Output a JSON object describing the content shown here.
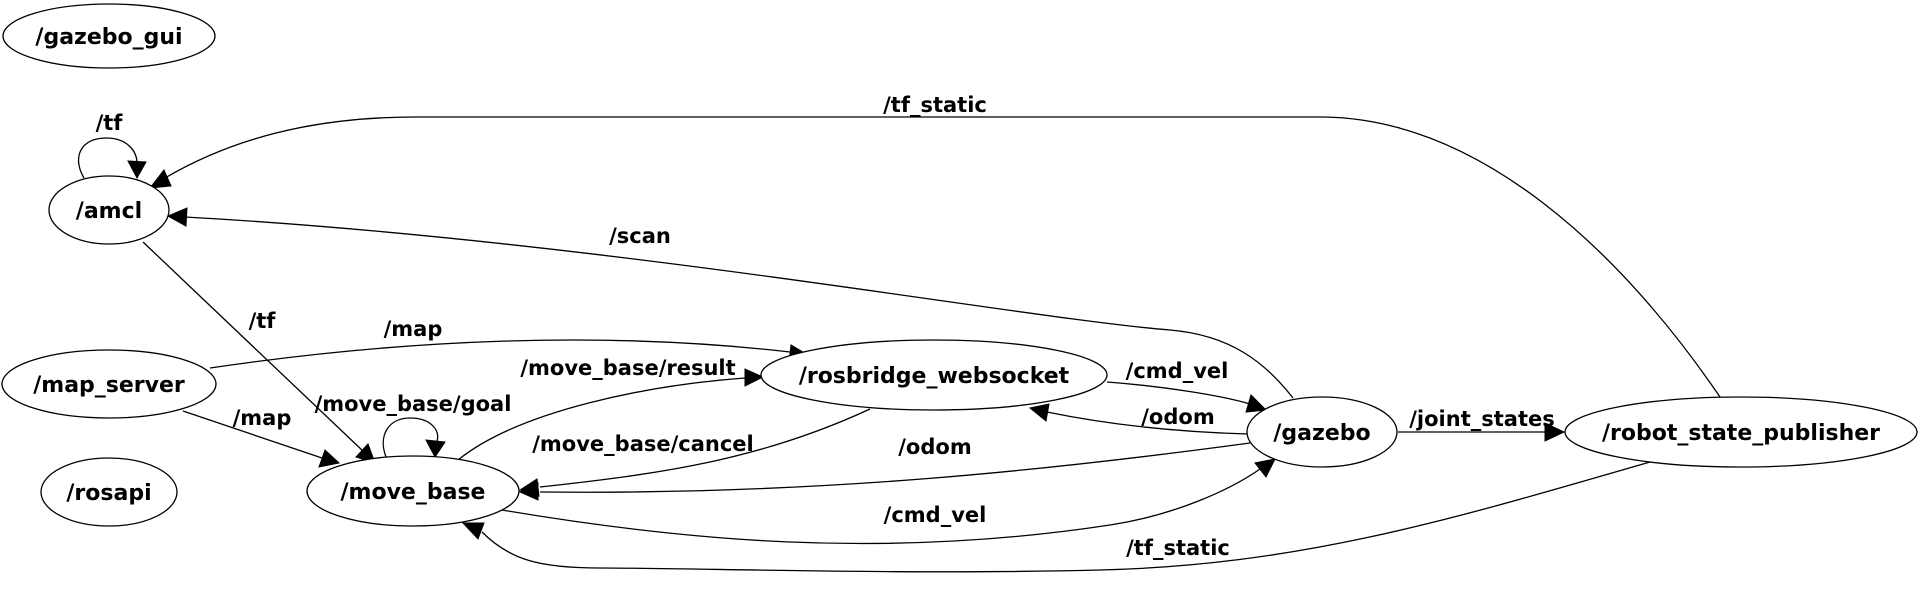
{
  "nodes": {
    "gazebo_gui": "/gazebo_gui",
    "amcl": "/amcl",
    "map_server": "/map_server",
    "rosapi": "/rosapi",
    "move_base": "/move_base",
    "rosbridge_websocket": "/rosbridge_websocket",
    "gazebo": "/gazebo",
    "robot_state_publisher": "/robot_state_publisher"
  },
  "edges": {
    "amcl_self_tf": "/tf",
    "rsp_to_amcl_tf_static": "/tf_static",
    "gazebo_to_amcl_scan": "/scan",
    "amcl_to_move_base_tf": "/tf",
    "map_server_to_rosbridge_map": "/map",
    "map_server_to_move_base_map": "/map",
    "move_base_self_goal": "/move_base/goal",
    "move_base_to_rosbridge_result": "/move_base/result",
    "rosbridge_to_move_base_cancel": "/move_base/cancel",
    "rosbridge_to_gazebo_cmd_vel": "/cmd_vel",
    "gazebo_to_rosbridge_odom": "/odom",
    "gazebo_to_move_base_odom": "/odom",
    "move_base_to_gazebo_cmd_vel": "/cmd_vel",
    "rsp_to_move_base_tf_static": "/tf_static",
    "gazebo_to_rsp_joint_states": "/joint_states"
  }
}
